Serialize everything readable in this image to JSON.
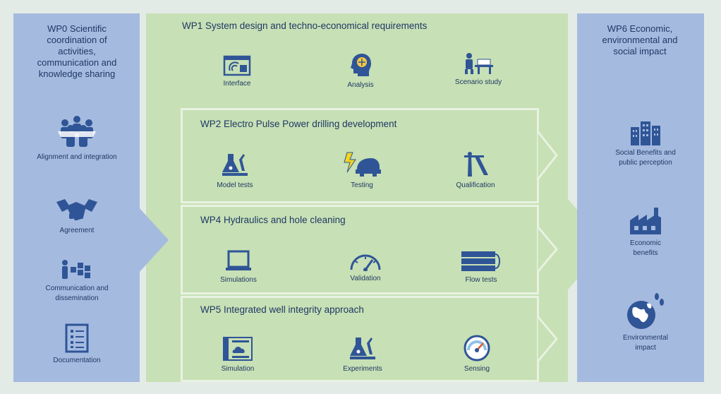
{
  "wp0": {
    "title": "WP0 Scientific coordination of activities, communication and knowledge sharing",
    "items": [
      {
        "label": "Alignment and integration",
        "icon": "team-icon"
      },
      {
        "label": "Agreement",
        "icon": "handshake-icon"
      },
      {
        "label": "Communication and dissemination",
        "icon": "presentation-icon"
      },
      {
        "label": "Documentation",
        "icon": "checklist-icon"
      }
    ]
  },
  "wp1": {
    "title": "WP1 System design and techno-economical requirements",
    "items": [
      {
        "label": "Interface",
        "icon": "interface-icon"
      },
      {
        "label": "Analysis",
        "icon": "brain-head-icon"
      },
      {
        "label": "Scenario study",
        "icon": "desk-worker-icon"
      }
    ]
  },
  "wp2": {
    "title": "WP2 Electro Pulse Power drilling development",
    "items": [
      {
        "label": "Model tests",
        "icon": "lab-flask-icon"
      },
      {
        "label": "Testing",
        "icon": "lightning-drill-icon"
      },
      {
        "label": "Qualification",
        "icon": "drafting-compass-icon"
      }
    ]
  },
  "wp4": {
    "title": "WP4 Hydraulics and hole cleaning",
    "items": [
      {
        "label": "Simulations",
        "icon": "laptop-icon"
      },
      {
        "label": "Validation",
        "icon": "gauge-icon"
      },
      {
        "label": "Flow tests",
        "icon": "pipes-icon"
      }
    ]
  },
  "wp5": {
    "title": "WP5 Integrated well integrity approach",
    "items": [
      {
        "label": "Simulation",
        "icon": "film-cloud-icon"
      },
      {
        "label": "Experiments",
        "icon": "lab-flask-icon"
      },
      {
        "label": "Sensing",
        "icon": "speedometer-icon"
      }
    ]
  },
  "wp6": {
    "title": "WP6 Economic, environmental and social impact",
    "items": [
      {
        "label": "Social Benefits and public perception",
        "icon": "buildings-icon"
      },
      {
        "label": "Economic benefits",
        "icon": "factory-icon"
      },
      {
        "label": "Environmental impact",
        "icon": "globe-footprints-icon"
      }
    ]
  },
  "colors": {
    "blue_panel": "#a5badf",
    "green_panel": "#c7e0b5",
    "icon_blue": "#2f5597",
    "text": "#1f3864"
  }
}
